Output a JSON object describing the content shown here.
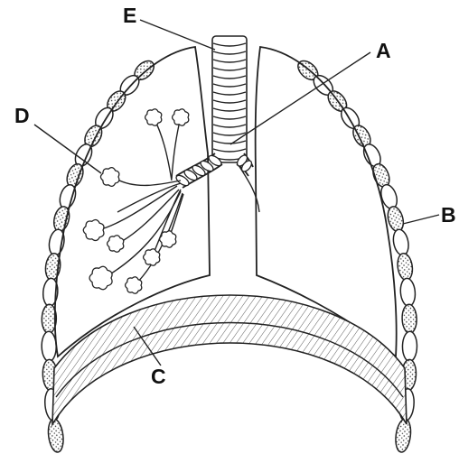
{
  "labels": {
    "a": "A",
    "b": "B",
    "c": "C",
    "d": "D",
    "e": "E"
  },
  "colors": {
    "ink": "#222222",
    "background": "#ffffff"
  }
}
